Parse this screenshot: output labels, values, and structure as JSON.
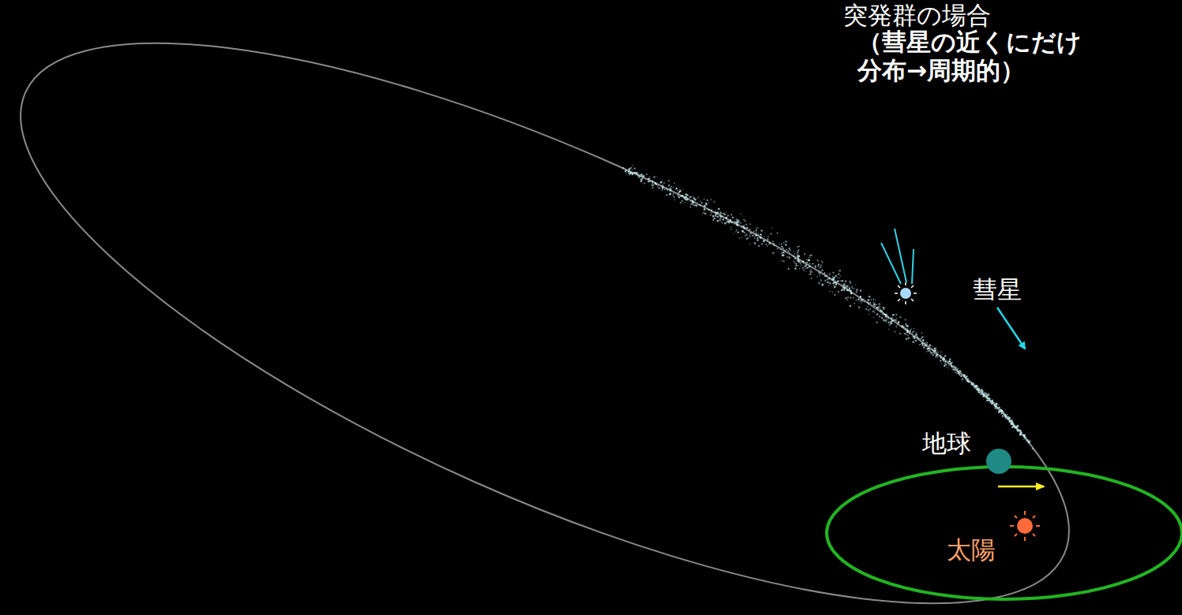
{
  "diagram": {
    "labels": [
      "突発群の場合",
      "（彗星の近くにだけ 分布→周期的）",
      "彗星",
      "地球",
      "太陽"
    ]
  }
}
